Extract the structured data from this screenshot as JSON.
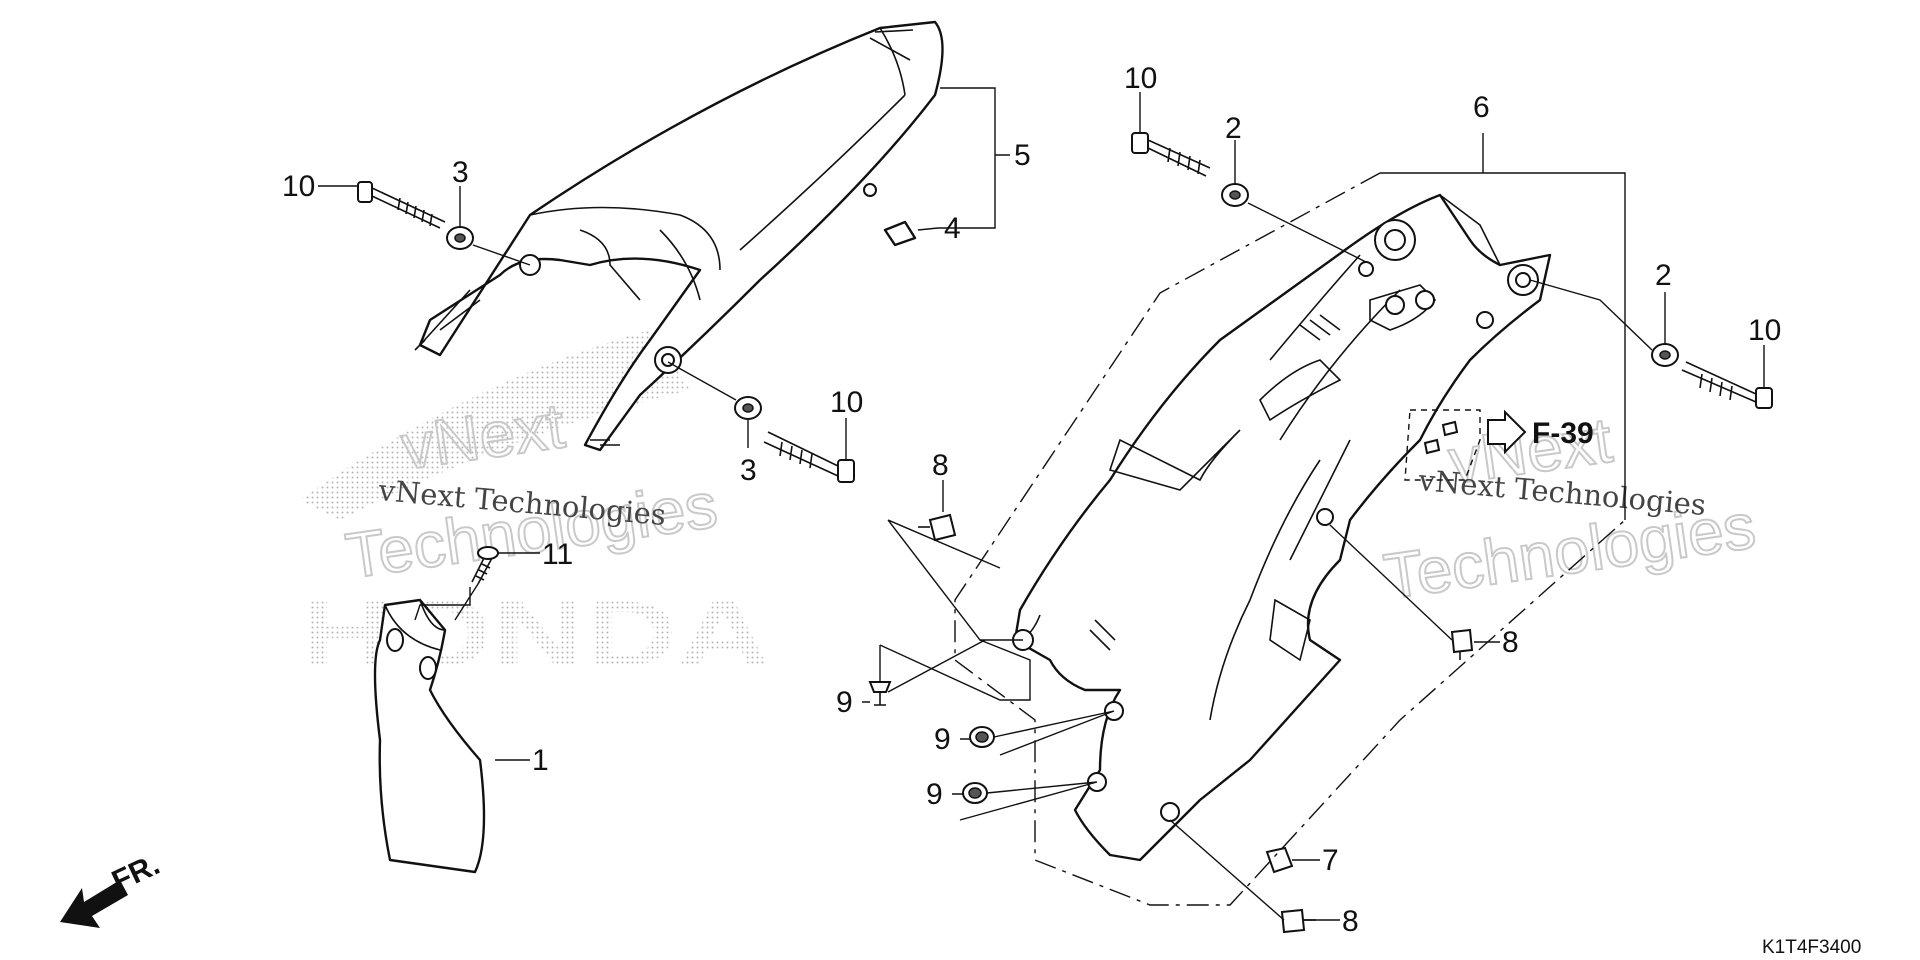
{
  "diagram": {
    "drawing_code": "K1T4F3400",
    "reference_label": "F-39",
    "direction_label": "FR.",
    "watermarks": {
      "company": "vNext Technologies",
      "outline_line1": "vNext",
      "outline_line2": "Technologies",
      "brand": "HONDA"
    },
    "callouts": {
      "p1": "1",
      "p2a": "2",
      "p2b": "2",
      "p3a": "3",
      "p3b": "3",
      "p4": "4",
      "p5": "5",
      "p6": "6",
      "p7": "7",
      "p8a": "8",
      "p8b": "8",
      "p8c": "8",
      "p9a": "9",
      "p9b": "9",
      "p9c": "9",
      "p10a": "10",
      "p10b": "10",
      "p10c": "10",
      "p10d": "10",
      "p11": "11"
    }
  }
}
